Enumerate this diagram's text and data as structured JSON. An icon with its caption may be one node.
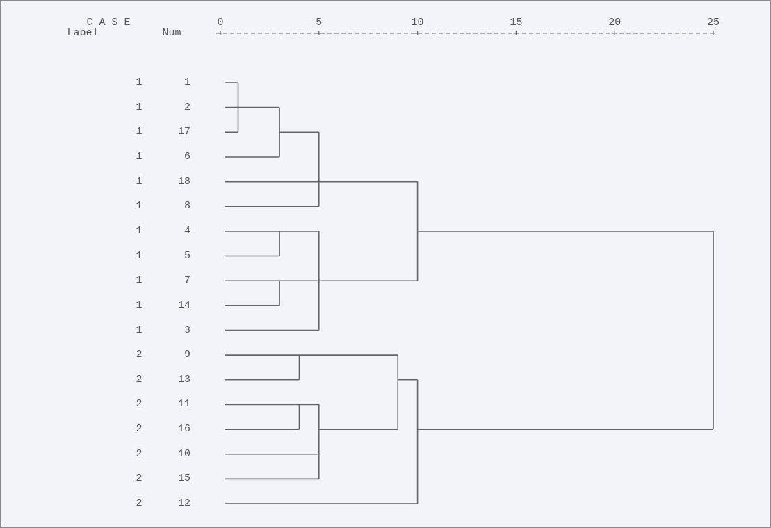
{
  "diagram": {
    "labels": [
      "C A S E",
      "0",
      "5",
      "10",
      "15",
      "20",
      "25",
      "Label",
      "Num",
      "1",
      "1",
      "1",
      "2",
      "1",
      "17",
      "1",
      "6",
      "1",
      "18",
      "1",
      "8",
      "1",
      "4",
      "1",
      "5",
      "1",
      "7",
      "1",
      "14",
      "1",
      "3",
      "2",
      "9",
      "2",
      "13",
      "2",
      "11",
      "2",
      "16",
      "2",
      "10",
      "2",
      "15",
      "2",
      "12"
    ]
  }
}
